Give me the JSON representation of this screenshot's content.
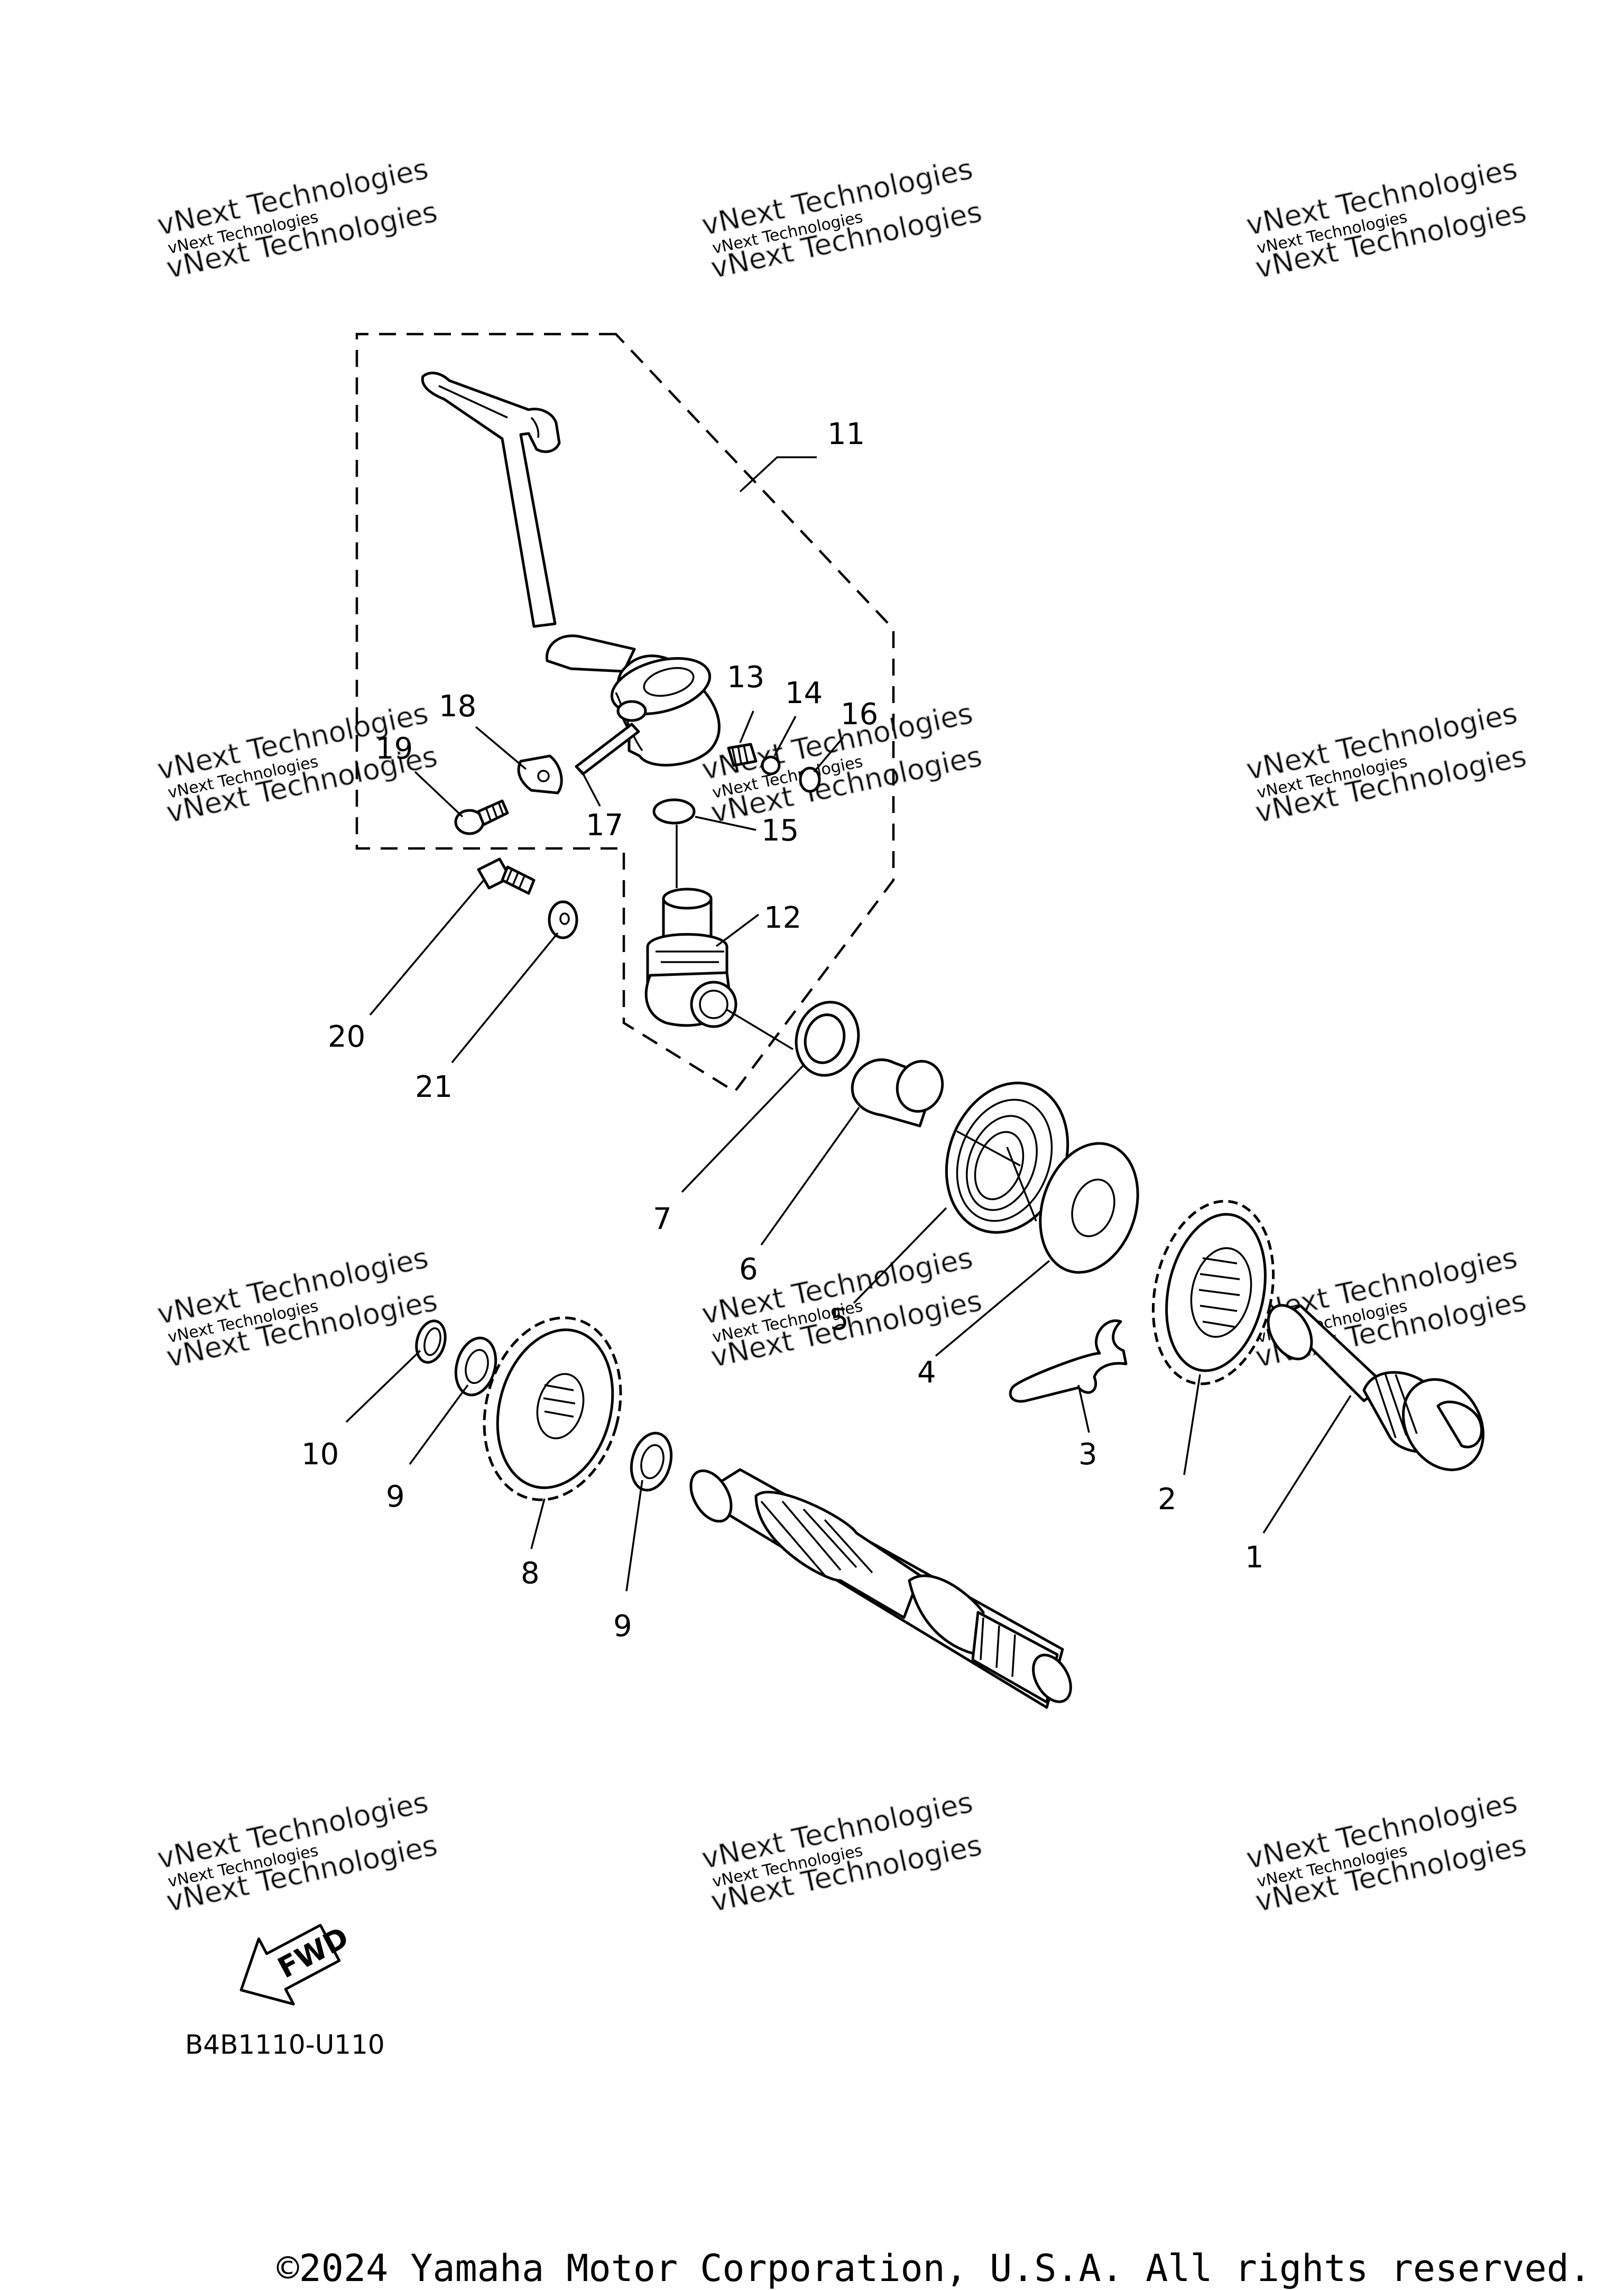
{
  "callouts": [
    "1",
    "2",
    "3",
    "4",
    "5",
    "6",
    "7",
    "8",
    "9",
    "9",
    "10",
    "11",
    "12",
    "13",
    "14",
    "15",
    "16",
    "17",
    "18",
    "19",
    "20",
    "21"
  ],
  "watermark": {
    "line_small": "vNext Technologies",
    "line_large": "vNext Technologies"
  },
  "diagram_code": "B4B1110-U110",
  "fwd_label": "FWD",
  "copyright": "©2024 Yamaha Motor Corporation, U.S.A. All rights reserved."
}
